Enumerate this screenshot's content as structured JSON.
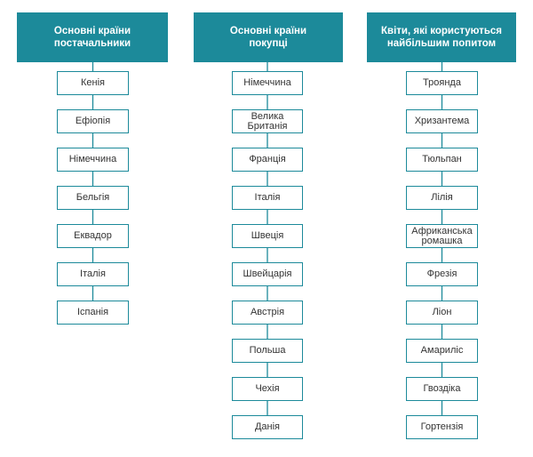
{
  "columns": [
    {
      "header": "Основні країни\nпостачальники",
      "items": [
        "Кенія",
        "Ефіопія",
        "Німеччина",
        "Бельгія",
        "Еквадор",
        "Італія",
        "Іспанія"
      ]
    },
    {
      "header": "Основні країни\nпокупці",
      "items": [
        "Німеччина",
        "Велика\nБританія",
        "Франція",
        "Італія",
        "Швеція",
        "Швейцарія",
        "Австрія",
        "Польша",
        "Чехія",
        "Данія"
      ]
    },
    {
      "header": "Квіти, які користуються\nнайбільшим попитом",
      "items": [
        "Троянда",
        "Хризантема",
        "Тюльпан",
        "Лілія",
        "Африканська\nромашка",
        "Фрезія",
        "Ліон",
        "Амариліс",
        "Гвоздіка",
        "Гортензія"
      ]
    }
  ],
  "colors": {
    "accent": "#1c8a9a",
    "text": "#333333"
  }
}
